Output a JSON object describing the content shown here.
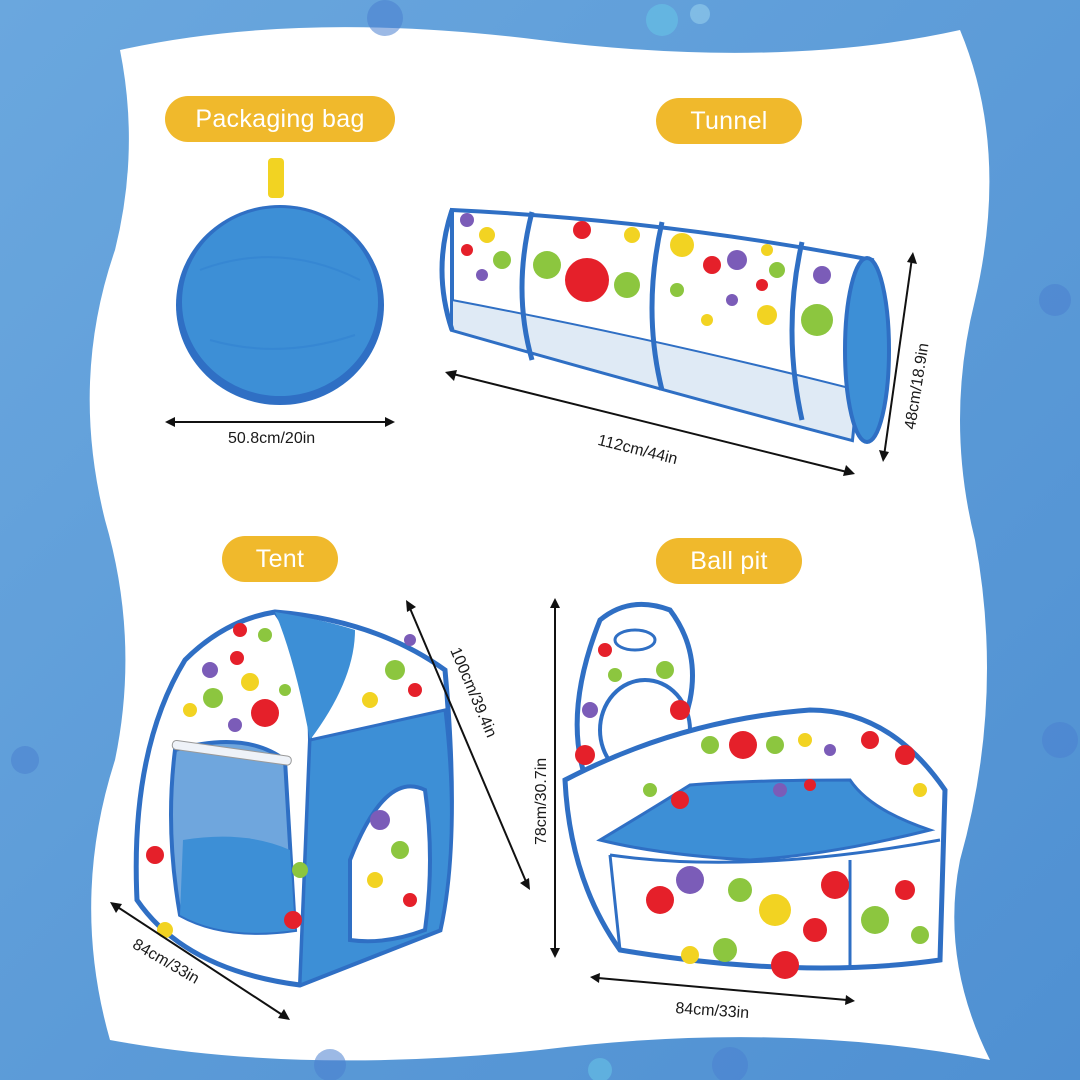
{
  "colors": {
    "frame": "#5b9bd8",
    "frame_dark": "#4a86c8",
    "pill": "#f0b92c",
    "fabric_blue": "#3d8fd6",
    "trim_blue": "#2f6fc4",
    "dot_red": "#e5202a",
    "dot_green": "#8cc63f",
    "dot_yellow": "#f2d322",
    "dot_purple": "#7b5cb8",
    "dot_blue": "#3f7fd0",
    "mesh": "#dfeaf5"
  },
  "sections": {
    "packaging": {
      "label": "Packaging bag",
      "width": "50.8cm/20in"
    },
    "tunnel": {
      "label": "Tunnel",
      "length": "112cm/44in",
      "height": "48cm/18.9in"
    },
    "tent": {
      "label": "Tent",
      "height": "100cm/39.4in",
      "width": "84cm/33in"
    },
    "ballpit": {
      "label": "Ball pit",
      "height": "78cm/30.7in",
      "width": "84cm/33in"
    }
  }
}
